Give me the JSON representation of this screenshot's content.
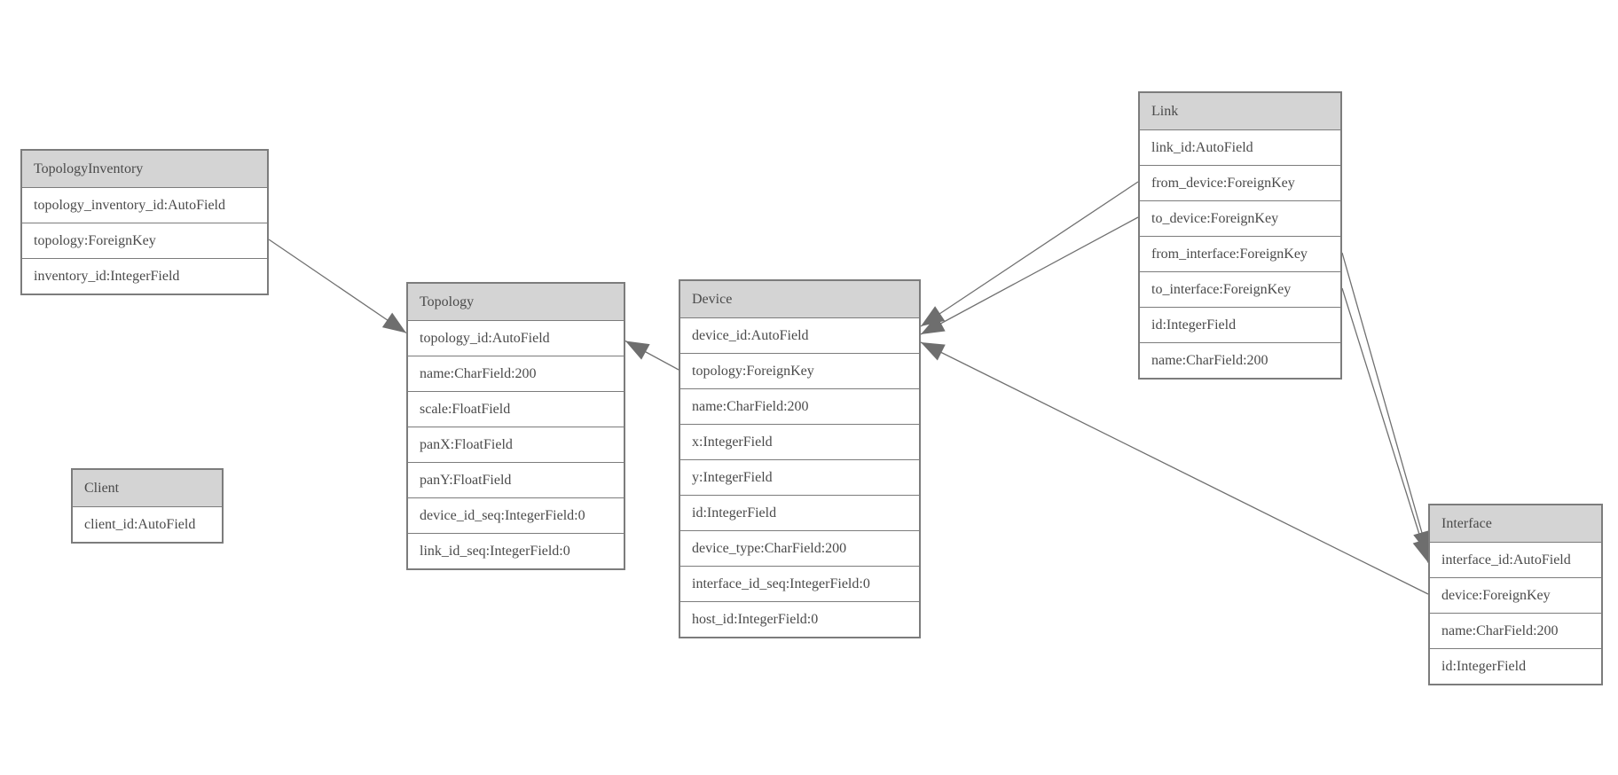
{
  "colors": {
    "header_fill": "#d4d4d4",
    "row_fill": "#ffffff",
    "border": "#7c7c7c",
    "text": "#4a4a4a",
    "connector_line": "#707070",
    "arrowhead_fill": "#6e6e6e",
    "background": "#ffffff"
  },
  "entities": [
    {
      "name": "TopologyInventory",
      "fields": [
        "topology_inventory_id:AutoField",
        "topology:ForeignKey",
        "inventory_id:IntegerField"
      ]
    },
    {
      "name": "Topology",
      "fields": [
        "topology_id:AutoField",
        "name:CharField:200",
        "scale:FloatField",
        "panX:FloatField",
        "panY:FloatField",
        "device_id_seq:IntegerField:0",
        "link_id_seq:IntegerField:0"
      ]
    },
    {
      "name": "Client",
      "fields": [
        "client_id:AutoField"
      ]
    },
    {
      "name": "Device",
      "fields": [
        "device_id:AutoField",
        "topology:ForeignKey",
        "name:CharField:200",
        "x:IntegerField",
        "y:IntegerField",
        "id:IntegerField",
        "device_type:CharField:200",
        "interface_id_seq:IntegerField:0",
        "host_id:IntegerField:0"
      ]
    },
    {
      "name": "Link",
      "fields": [
        "link_id:AutoField",
        "from_device:ForeignKey",
        "to_device:ForeignKey",
        "from_interface:ForeignKey",
        "to_interface:ForeignKey",
        "id:IntegerField",
        "name:CharField:200"
      ]
    },
    {
      "name": "Interface",
      "fields": [
        "interface_id:AutoField",
        "device:ForeignKey",
        "name:CharField:200",
        "id:IntegerField"
      ]
    }
  ],
  "relationships": [
    {
      "from_entity": "TopologyInventory",
      "from_field": "topology:ForeignKey",
      "to_entity": "Topology",
      "to_field": "topology_id:AutoField"
    },
    {
      "from_entity": "Device",
      "from_field": "topology:ForeignKey",
      "to_entity": "Topology",
      "to_field": "topology_id:AutoField"
    },
    {
      "from_entity": "Link",
      "from_field": "from_device:ForeignKey",
      "to_entity": "Device",
      "to_field": "device_id:AutoField"
    },
    {
      "from_entity": "Link",
      "from_field": "to_device:ForeignKey",
      "to_entity": "Device",
      "to_field": "device_id:AutoField"
    },
    {
      "from_entity": "Interface",
      "from_field": "device:ForeignKey",
      "to_entity": "Device",
      "to_field": "device_id:AutoField"
    },
    {
      "from_entity": "Link",
      "from_field": "from_interface:ForeignKey",
      "to_entity": "Interface",
      "to_field": "interface_id:AutoField"
    },
    {
      "from_entity": "Link",
      "from_field": "to_interface:ForeignKey",
      "to_entity": "Interface",
      "to_field": "interface_id:AutoField"
    }
  ]
}
